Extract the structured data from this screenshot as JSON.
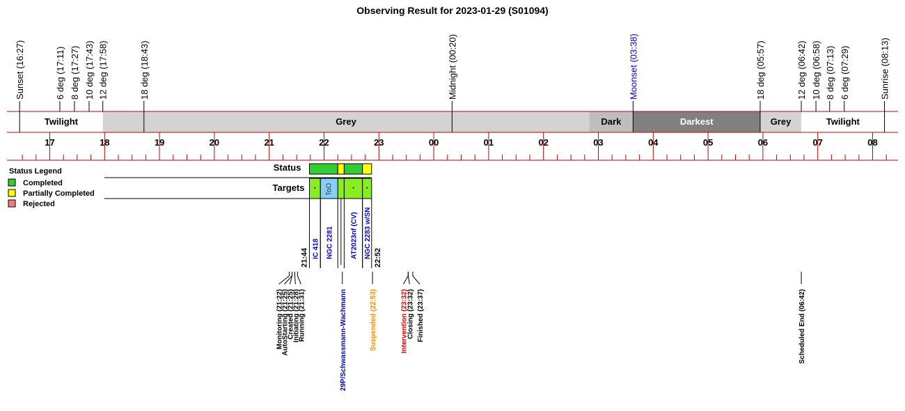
{
  "title": "Observing Result for 2023-01-29 (S01094)",
  "colors": {
    "rule": "#c00000",
    "twilight": "#ffffff",
    "grey": "#d3d3d3",
    "dark": "#bebebe",
    "darkest": "#808080",
    "completed": "#33cc33",
    "partial": "#ffff00",
    "rejected": "#f08080",
    "target_green": "#88ee22",
    "target_blue": "#87cefa",
    "label_blue": "#0000cc",
    "suspended": "#ff8c00",
    "intervention": "#dd0000"
  },
  "chart_data": {
    "type": "timeline",
    "time_axis": {
      "range": [
        "16:30",
        "08:20"
      ],
      "hour_labels": [
        "17",
        "18",
        "19",
        "20",
        "21",
        "22",
        "23",
        "00",
        "01",
        "02",
        "03",
        "04",
        "05",
        "06",
        "07",
        "08"
      ]
    },
    "sun_events": [
      {
        "label": "Sunset (16:27)",
        "time": "16:27",
        "color": "black"
      },
      {
        "label": "6 deg (17:11)",
        "time": "17:11",
        "color": "black"
      },
      {
        "label": "8 deg (17:27)",
        "time": "17:27",
        "color": "black"
      },
      {
        "label": "10 deg (17:43)",
        "time": "17:43",
        "color": "black"
      },
      {
        "label": "12 deg (17:58)",
        "time": "17:58",
        "color": "black"
      },
      {
        "label": "18 deg (18:43)",
        "time": "18:43",
        "color": "black"
      },
      {
        "label": "Midnight (00:20)",
        "time": "00:20",
        "color": "black"
      },
      {
        "label": "Moonset (03:38)",
        "time": "03:38",
        "color": "blue"
      },
      {
        "label": "18 deg (05:57)",
        "time": "05:57",
        "color": "black"
      },
      {
        "label": "12 deg (06:42)",
        "time": "06:42",
        "color": "black"
      },
      {
        "label": "10 deg (06:58)",
        "time": "06:58",
        "color": "black"
      },
      {
        "label": "8 deg (07:13)",
        "time": "07:13",
        "color": "black"
      },
      {
        "label": "6 deg (07:29)",
        "time": "07:29",
        "color": "black"
      },
      {
        "label": "Sunrise (08:13)",
        "time": "08:13",
        "color": "black"
      }
    ],
    "sky_bands": [
      {
        "label": "Twilight",
        "start": "16:27",
        "end": "17:58",
        "shade": "twilight"
      },
      {
        "label": "Grey",
        "start": "17:58",
        "end": "02:50",
        "shade": "grey"
      },
      {
        "label": "Dark",
        "start": "02:50",
        "end": "03:38",
        "shade": "dark"
      },
      {
        "label": "Darkest",
        "start": "03:38",
        "end": "05:57",
        "shade": "darkest"
      },
      {
        "label": "Grey",
        "start": "05:57",
        "end": "06:42",
        "shade": "grey"
      },
      {
        "label": "Twilight",
        "start": "06:42",
        "end": "08:13",
        "shade": "twilight"
      }
    ],
    "row_labels": {
      "status": "Status",
      "targets": "Targets"
    },
    "legend": {
      "title": "Status Legend",
      "items": [
        {
          "label": "Completed",
          "shade": "completed"
        },
        {
          "label": "Partially Completed",
          "shade": "partial"
        },
        {
          "label": "Rejected",
          "shade": "rejected"
        }
      ]
    },
    "status_blocks": [
      {
        "start": "21:44",
        "end": "22:15",
        "shade": "completed"
      },
      {
        "start": "22:15",
        "end": "22:22",
        "shade": "partial"
      },
      {
        "start": "22:22",
        "end": "22:42",
        "shade": "completed"
      },
      {
        "start": "22:42",
        "end": "22:52",
        "shade": "partial"
      }
    ],
    "targets": [
      {
        "name": "IC 418",
        "mark": "*",
        "start": "21:44",
        "end": "21:56",
        "shade": "target_green"
      },
      {
        "name": "NGC 2281",
        "mark": "ToO",
        "start": "21:56",
        "end": "22:15",
        "shade": "target_blue"
      },
      {
        "name": "AT2023nf (CV)",
        "mark": "*",
        "start": "22:22",
        "end": "22:42",
        "shade": "target_green"
      },
      {
        "name": "NGC 2283 w/SN",
        "mark": "*",
        "start": "22:42",
        "end": "22:52",
        "shade": "target_green"
      }
    ],
    "small_targets": [
      {
        "start": "22:15",
        "end": "22:22",
        "shade": "target_green"
      }
    ],
    "time_marks": [
      {
        "label": "21:44",
        "time": "21:44"
      },
      {
        "label": "22:52",
        "time": "22:52"
      }
    ],
    "events": [
      {
        "label": "Monitoring (21:22)",
        "time": "21:22",
        "color": "black"
      },
      {
        "label": "AutoStarting (21:25)",
        "time": "21:25",
        "color": "black"
      },
      {
        "label": "Created (21:25)",
        "time": "21:25",
        "color": "black"
      },
      {
        "label": "Initiating (21:28)",
        "time": "21:28",
        "color": "black"
      },
      {
        "label": "Running (21:31)",
        "time": "21:31",
        "color": "black"
      },
      {
        "label": "29P/Schwassmann-Wachmann",
        "time": "22:20",
        "color": "blue"
      },
      {
        "label": "Suspended (22:53)",
        "time": "22:53",
        "color": "orange"
      },
      {
        "label": "Intervention (23:32)",
        "time": "23:32",
        "color": "red"
      },
      {
        "label": "Closing (23:32)",
        "time": "23:32",
        "color": "black"
      },
      {
        "label": "Finished (23:37)",
        "time": "23:37",
        "color": "black"
      },
      {
        "label": "Scheduled End (06:42)",
        "time": "06:42",
        "color": "black"
      }
    ]
  }
}
